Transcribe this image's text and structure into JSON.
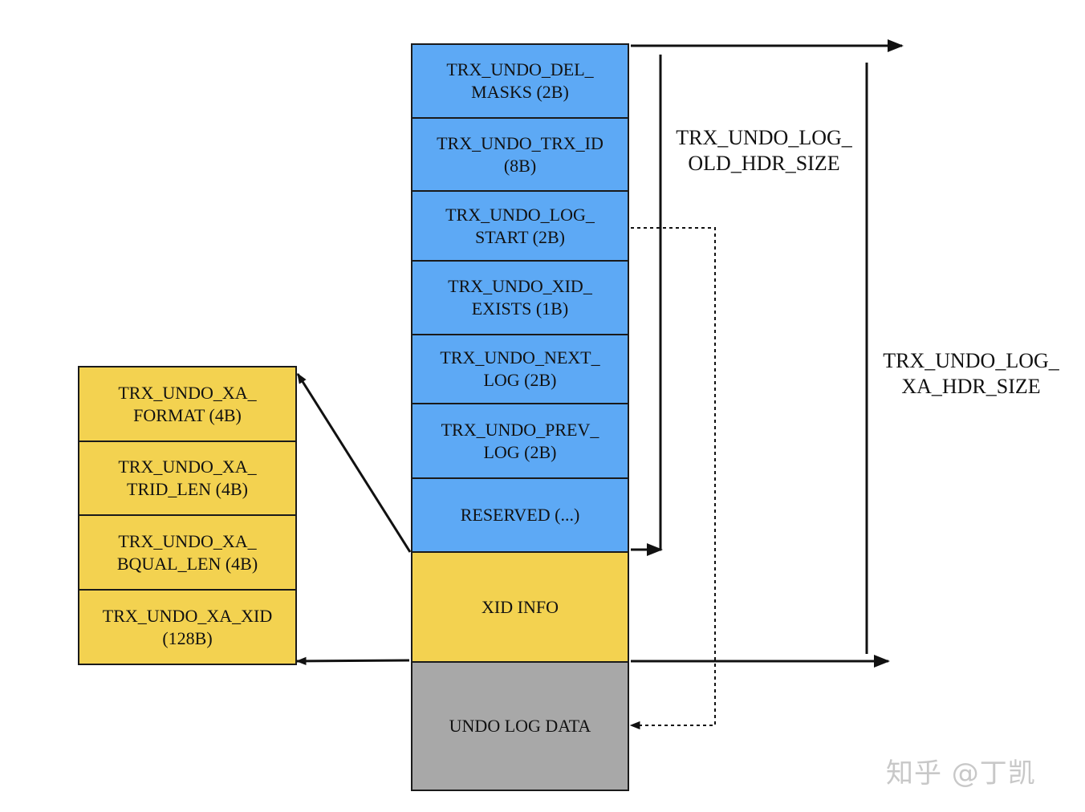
{
  "main_stack": [
    {
      "id": "del-masks",
      "text": "TRX_UNDO_DEL_\nMASKS (2B)",
      "color": "#5da9f5"
    },
    {
      "id": "trx-id",
      "text": "TRX_UNDO_TRX_ID\n(8B)",
      "color": "#5da9f5"
    },
    {
      "id": "log-start",
      "text": "TRX_UNDO_LOG_\nSTART (2B)",
      "color": "#5da9f5"
    },
    {
      "id": "xid-exists",
      "text": "TRX_UNDO_XID_\nEXISTS (1B)",
      "color": "#5da9f5"
    },
    {
      "id": "next-log",
      "text": "TRX_UNDO_NEXT_\nLOG (2B)",
      "color": "#5da9f5"
    },
    {
      "id": "prev-log",
      "text": "TRX_UNDO_PREV_\nLOG (2B)",
      "color": "#5da9f5"
    },
    {
      "id": "reserved",
      "text": "RESERVED (...)",
      "color": "#5da9f5"
    },
    {
      "id": "xid-info",
      "text": "XID INFO",
      "color": "#f3d250"
    },
    {
      "id": "undo-log-data",
      "text": "UNDO LOG DATA",
      "color": "#a8a8a8"
    }
  ],
  "xid_stack": [
    {
      "id": "xa-format",
      "text": "TRX_UNDO_XA_\nFORMAT (4B)",
      "color": "#f3d250"
    },
    {
      "id": "xa-trid-len",
      "text": "TRX_UNDO_XA_\nTRID_LEN (4B)",
      "color": "#f3d250"
    },
    {
      "id": "xa-bqual-len",
      "text": "TRX_UNDO_XA_\nBQUAL_LEN (4B)",
      "color": "#f3d250"
    },
    {
      "id": "xa-xid",
      "text": "TRX_UNDO_XA_XID\n(128B)",
      "color": "#f3d250"
    }
  ],
  "size_labels": {
    "old_hdr": "TRX_UNDO_LOG_\nOLD_HDR_SIZE",
    "xa_hdr": "TRX_UNDO_LOG_\nXA_HDR_SIZE"
  },
  "watermark": "知乎 @丁凯"
}
